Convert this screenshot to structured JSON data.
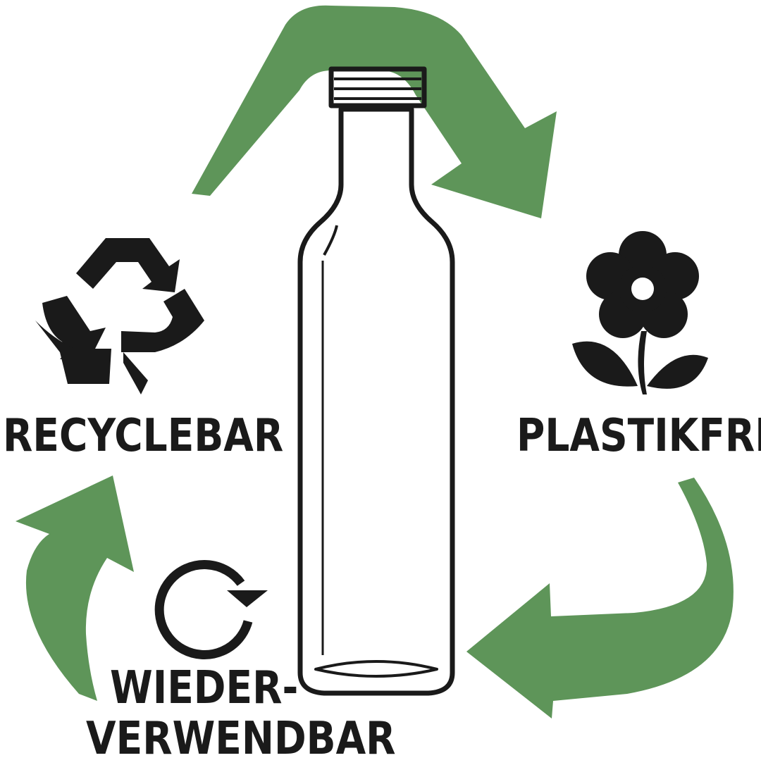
{
  "labels": {
    "recyclable": "RECYCLEBAR",
    "plastic_free": "PLASTIKFREI",
    "reusable_line1": "WIEDER-",
    "reusable_line2": "VERWENDBAR"
  },
  "icons": {
    "recycle": "recycle-icon",
    "flower": "flower-icon",
    "refresh": "refresh-icon",
    "bottle": "glass-bottle"
  },
  "colors": {
    "arrow_green": "#5e9559",
    "ink": "#1a1a1a",
    "background": "#ffffff"
  }
}
